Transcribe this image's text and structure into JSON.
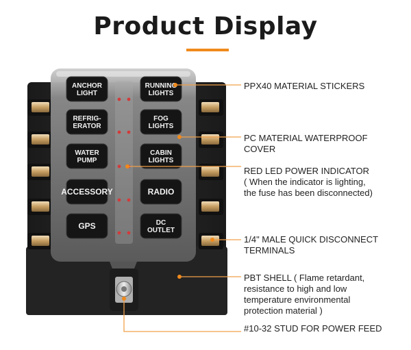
{
  "title": "Product Display",
  "colors": {
    "accent": "#f08a1c",
    "leader": "#f0a04a"
  },
  "fuse_labels": [
    {
      "name": "anchor-light",
      "lines": [
        "ANCHOR",
        "LIGHT"
      ]
    },
    {
      "name": "running-lights",
      "lines": [
        "RUNNING",
        "LIGHTS"
      ]
    },
    {
      "name": "refrigerator",
      "lines": [
        "REFRIG-",
        "ERATOR"
      ]
    },
    {
      "name": "fog-lights",
      "lines": [
        "FOG",
        "LIGHTS"
      ]
    },
    {
      "name": "water-pump",
      "lines": [
        "WATER",
        "PUMP"
      ]
    },
    {
      "name": "cabin-lights",
      "lines": [
        "CABIN",
        "LIGHTS"
      ]
    },
    {
      "name": "accessory",
      "lines": [
        "ACCESSORY"
      ]
    },
    {
      "name": "radio",
      "lines": [
        "RADIO"
      ]
    },
    {
      "name": "gps",
      "lines": [
        "GPS"
      ]
    },
    {
      "name": "dc-outlet",
      "lines": [
        "DC",
        "OUTLET"
      ]
    }
  ],
  "callouts": [
    {
      "name": "stickers",
      "lines": [
        "PPX40 MATERIAL STICKERS"
      ]
    },
    {
      "name": "cover",
      "lines": [
        "PC MATERIAL WATERPROOF",
        "COVER"
      ]
    },
    {
      "name": "led",
      "lines": [
        "RED LED POWER INDICATOR",
        "( When the indicator is lighting,",
        "the fuse has been disconnected)"
      ]
    },
    {
      "name": "terminals",
      "lines": [
        "1/4\" MALE QUICK DISCONNECT",
        "TERMINALS"
      ]
    },
    {
      "name": "shell",
      "lines": [
        "PBT SHELL ( Flame retardant,",
        "resistance to high and low",
        "temperature environmental",
        "protection material )"
      ]
    },
    {
      "name": "stud",
      "lines": [
        "#10-32 STUD FOR POWER FEED"
      ]
    }
  ]
}
